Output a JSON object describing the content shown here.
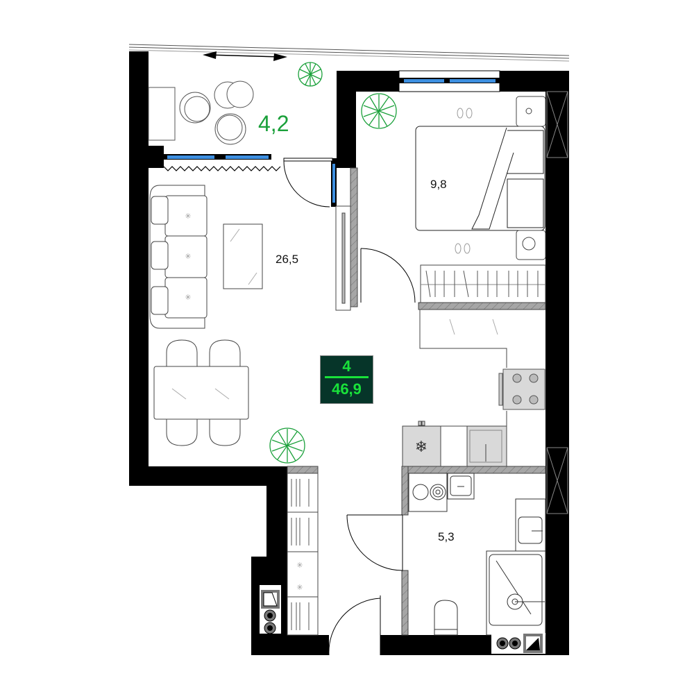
{
  "plan": {
    "rooms_count": "4",
    "total_area": "46,9",
    "rooms": [
      {
        "id": "balcony",
        "area": "4,2"
      },
      {
        "id": "living-kitchen",
        "area": "26,5"
      },
      {
        "id": "bedroom",
        "area": "9,8"
      },
      {
        "id": "bathroom",
        "area": "5,3"
      }
    ]
  },
  "colors": {
    "wall": "#000000",
    "partition": "#9a9a9a",
    "window_glass": "#3d8fe0",
    "plant": "#1aa03a",
    "summary_bg": "#063529",
    "summary_text": "#19e23a",
    "appliance_fill": "#d9d9d9"
  }
}
